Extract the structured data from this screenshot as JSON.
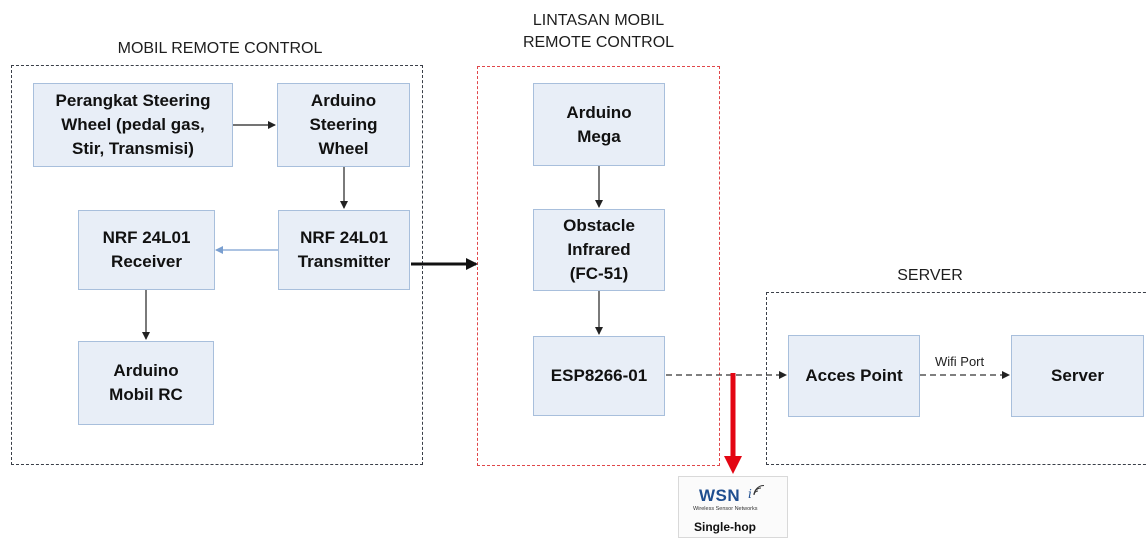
{
  "groups": {
    "mobil": {
      "label": "MOBIL REMOTE CONTROL",
      "border_color": "#3a3f48"
    },
    "lintasan": {
      "label": "LINTASAN MOBIL\nREMOTE CONTROL",
      "border_color": "#e0474a"
    },
    "server": {
      "label": "SERVER",
      "border_color": "#3a3f48"
    }
  },
  "nodes": {
    "perangkat": "Perangkat Steering\nWheel (pedal gas,\nStir, Transmisi)",
    "arduino_steering": "Arduino\nSteering\nWheel",
    "nrf_transmitter": "NRF 24L01\nTransmitter",
    "nrf_receiver": "NRF 24L01\nReceiver",
    "arduino_mobil": "Arduino\nMobil RC",
    "arduino_mega": "Arduino\nMega",
    "obstacle": "Obstacle\nInfrared\n(FC-51)",
    "esp": "ESP8266-01",
    "access_point": "Acces Point",
    "server_node": "Server"
  },
  "edge_labels": {
    "wifi_port": "Wifi Port"
  },
  "wsn": {
    "logo": "WSN",
    "subtitle": "Wireless Sensor Networks",
    "caption": "Single-hop",
    "icon": "wireless-signal-icon"
  },
  "colors": {
    "node_fill": "#e8eef7",
    "node_border": "#a8bfdc",
    "red_arrow": "#e30613",
    "blue_arrow": "#7a9fd0"
  }
}
